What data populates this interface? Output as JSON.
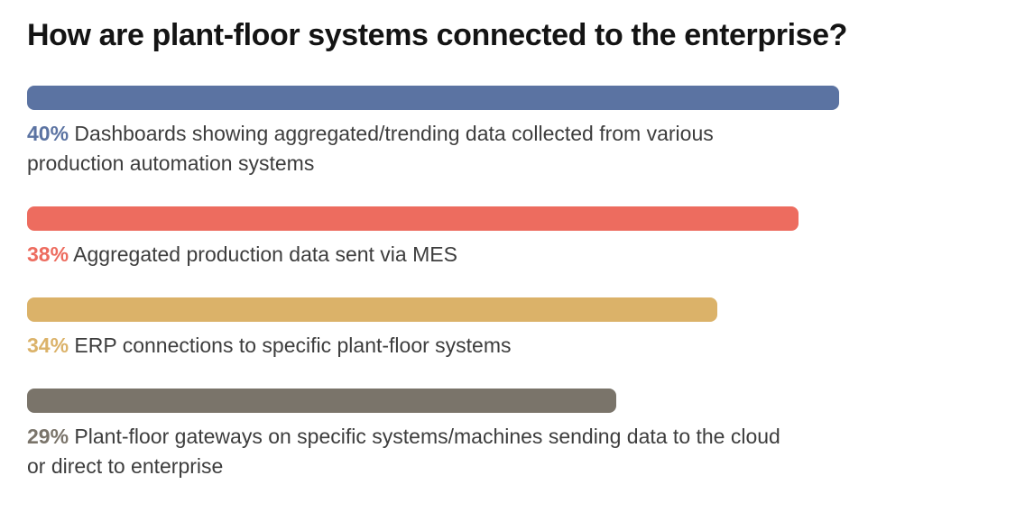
{
  "chart_data": {
    "type": "bar",
    "orientation": "horizontal",
    "title": "How are plant-floor systems connected to the enterprise?",
    "unit": "%",
    "categories": [
      "Dashboards showing aggregated/trending data collected from various production automation systems",
      "Aggregated production data sent via MES",
      "ERP connections to specific plant-floor systems",
      "Plant-floor gateways on specific systems/machines sending data to the cloud or direct to enterprise"
    ],
    "values": [
      40,
      38,
      34,
      29
    ],
    "value_labels": [
      "40%",
      "38%",
      "34%",
      "29%"
    ],
    "bar_colors": [
      "#5B73A2",
      "#ED6C5F",
      "#DBB269",
      "#7A746A"
    ],
    "text_color": "#3D3D3D",
    "title_color": "#141414",
    "background_color": "#FFFFFF",
    "axis_ticks": "none",
    "gridlines": false,
    "legend": "none",
    "xlim": [
      0,
      48
    ]
  }
}
